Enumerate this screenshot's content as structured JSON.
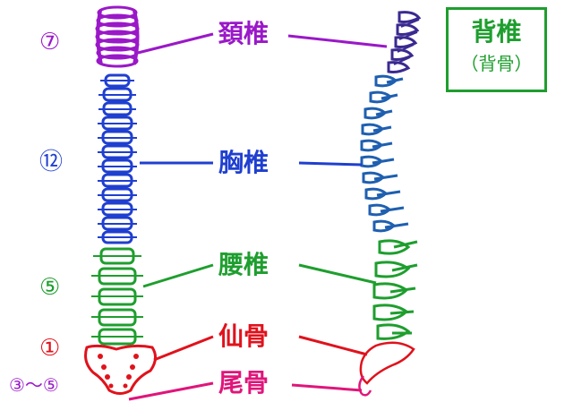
{
  "title": {
    "main": "背椎",
    "sub": "（背骨）"
  },
  "segments": {
    "cervical": {
      "label": "頚椎",
      "count": "⑦",
      "color": "#9a18c8"
    },
    "thoracic": {
      "label": "胸椎",
      "count": "⑫",
      "color": "#1f3fd0"
    },
    "lumbar": {
      "label": "腰椎",
      "count": "⑤",
      "color": "#1e9e2e"
    },
    "sacrum": {
      "label": "仙骨",
      "count": "①",
      "color": "#e0121c"
    },
    "coccyx": {
      "label": "尾骨",
      "count": "③～⑤",
      "color": "#e0157a"
    }
  }
}
